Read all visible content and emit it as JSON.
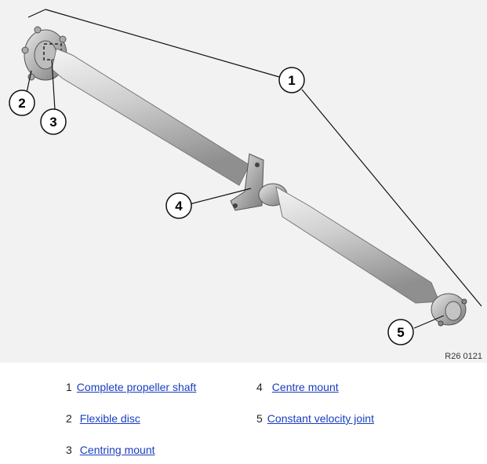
{
  "figure": {
    "reference": "R26 0121",
    "callouts": [
      "1",
      "2",
      "3",
      "4",
      "5"
    ]
  },
  "legend": [
    {
      "num": "1",
      "label": "Complete propeller shaft"
    },
    {
      "num": "2",
      "label": "Flexible disc"
    },
    {
      "num": "3",
      "label": "Centring mount"
    },
    {
      "num": "4",
      "label": "Centre mount"
    },
    {
      "num": "5",
      "label": "Constant velocity joint"
    }
  ],
  "colors": {
    "link": "#1a3dbf",
    "figure_bg": "#f2f2f2"
  }
}
